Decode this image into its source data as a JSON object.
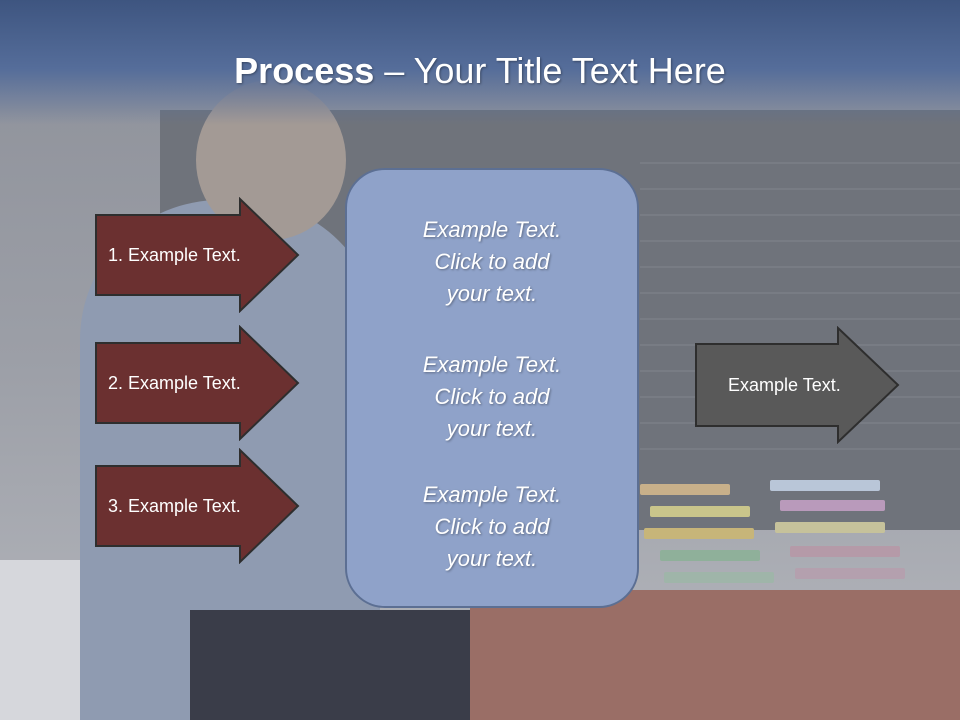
{
  "slide": {
    "title_bold": "Process",
    "title_rest": " – Your Title Text Here"
  },
  "left_arrows": [
    {
      "label": "1. Example Text."
    },
    {
      "label": "2. Example Text."
    },
    {
      "label": "3. Example Text."
    }
  ],
  "center_box": {
    "items": [
      {
        "text": "Example Text.\nClick  to add\nyour text."
      },
      {
        "text": "Example Text.\nClick  to add\nyour text."
      },
      {
        "text": "Example Text.\nClick  to add\nyour text."
      }
    ]
  },
  "right_arrow": {
    "label": "Example Text."
  },
  "colors": {
    "left_arrow_fill": "#6b3030",
    "right_arrow_fill": "#595959",
    "center_box_fill": "#8fa2c9",
    "title_band": "#3e5580"
  }
}
